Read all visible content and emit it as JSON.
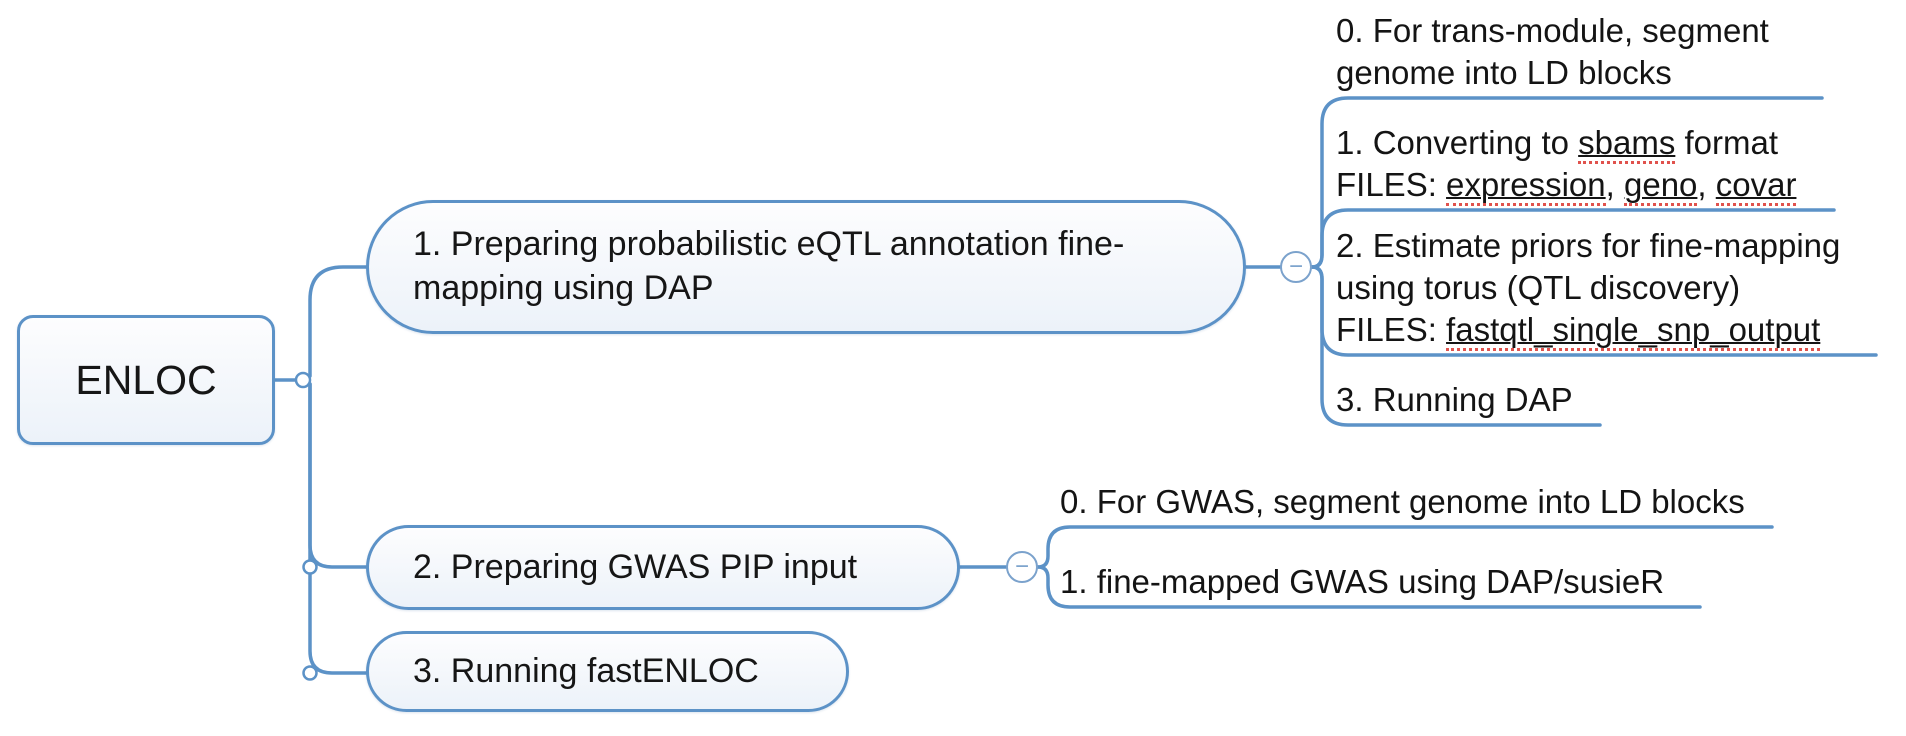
{
  "root": {
    "label": "ENLOC"
  },
  "controls": {
    "collapse_glyph": "−"
  },
  "colors": {
    "line": "#5c92c7",
    "node_border": "#5c92c7",
    "misspell_underline": "#e0524d",
    "text": "#141414"
  },
  "branches": [
    {
      "label": "1. Preparing probabilistic eQTL annotation fine-mapping using DAP",
      "children": [
        {
          "lines": [
            {
              "segments": [
                {
                  "text": "0. For trans-module, segment"
                }
              ]
            },
            {
              "segments": [
                {
                  "text": "genome into LD blocks"
                }
              ]
            }
          ]
        },
        {
          "lines": [
            {
              "segments": [
                {
                  "text": "1. Converting to "
                },
                {
                  "text": "sbams"
                },
                {
                  "text": " format"
                }
              ]
            },
            {
              "segments": [
                {
                  "text": "FILES: "
                },
                {
                  "text": "expression"
                },
                {
                  "text": ", "
                },
                {
                  "text": "geno"
                },
                {
                  "text": ", "
                },
                {
                  "text": "covar"
                }
              ]
            }
          ]
        },
        {
          "lines": [
            {
              "segments": [
                {
                  "text": "2. Estimate priors for fine-mapping"
                }
              ]
            },
            {
              "segments": [
                {
                  "text": "using torus (QTL discovery)"
                }
              ]
            },
            {
              "segments": [
                {
                  "text": "FILES: "
                },
                {
                  "text": "fastqtl_single_snp_output"
                }
              ]
            }
          ]
        },
        {
          "lines": [
            {
              "segments": [
                {
                  "text": "3. Running DAP"
                }
              ]
            }
          ]
        }
      ]
    },
    {
      "label": "2. Preparing GWAS PIP input",
      "children": [
        {
          "lines": [
            {
              "segments": [
                {
                  "text": "0. For GWAS, segment genome into LD blocks"
                }
              ]
            }
          ]
        },
        {
          "lines": [
            {
              "segments": [
                {
                  "text": "1. fine-mapped GWAS using DAP/susieR"
                }
              ]
            }
          ]
        }
      ]
    },
    {
      "label": "3. Running fastENLOC",
      "children": []
    }
  ]
}
